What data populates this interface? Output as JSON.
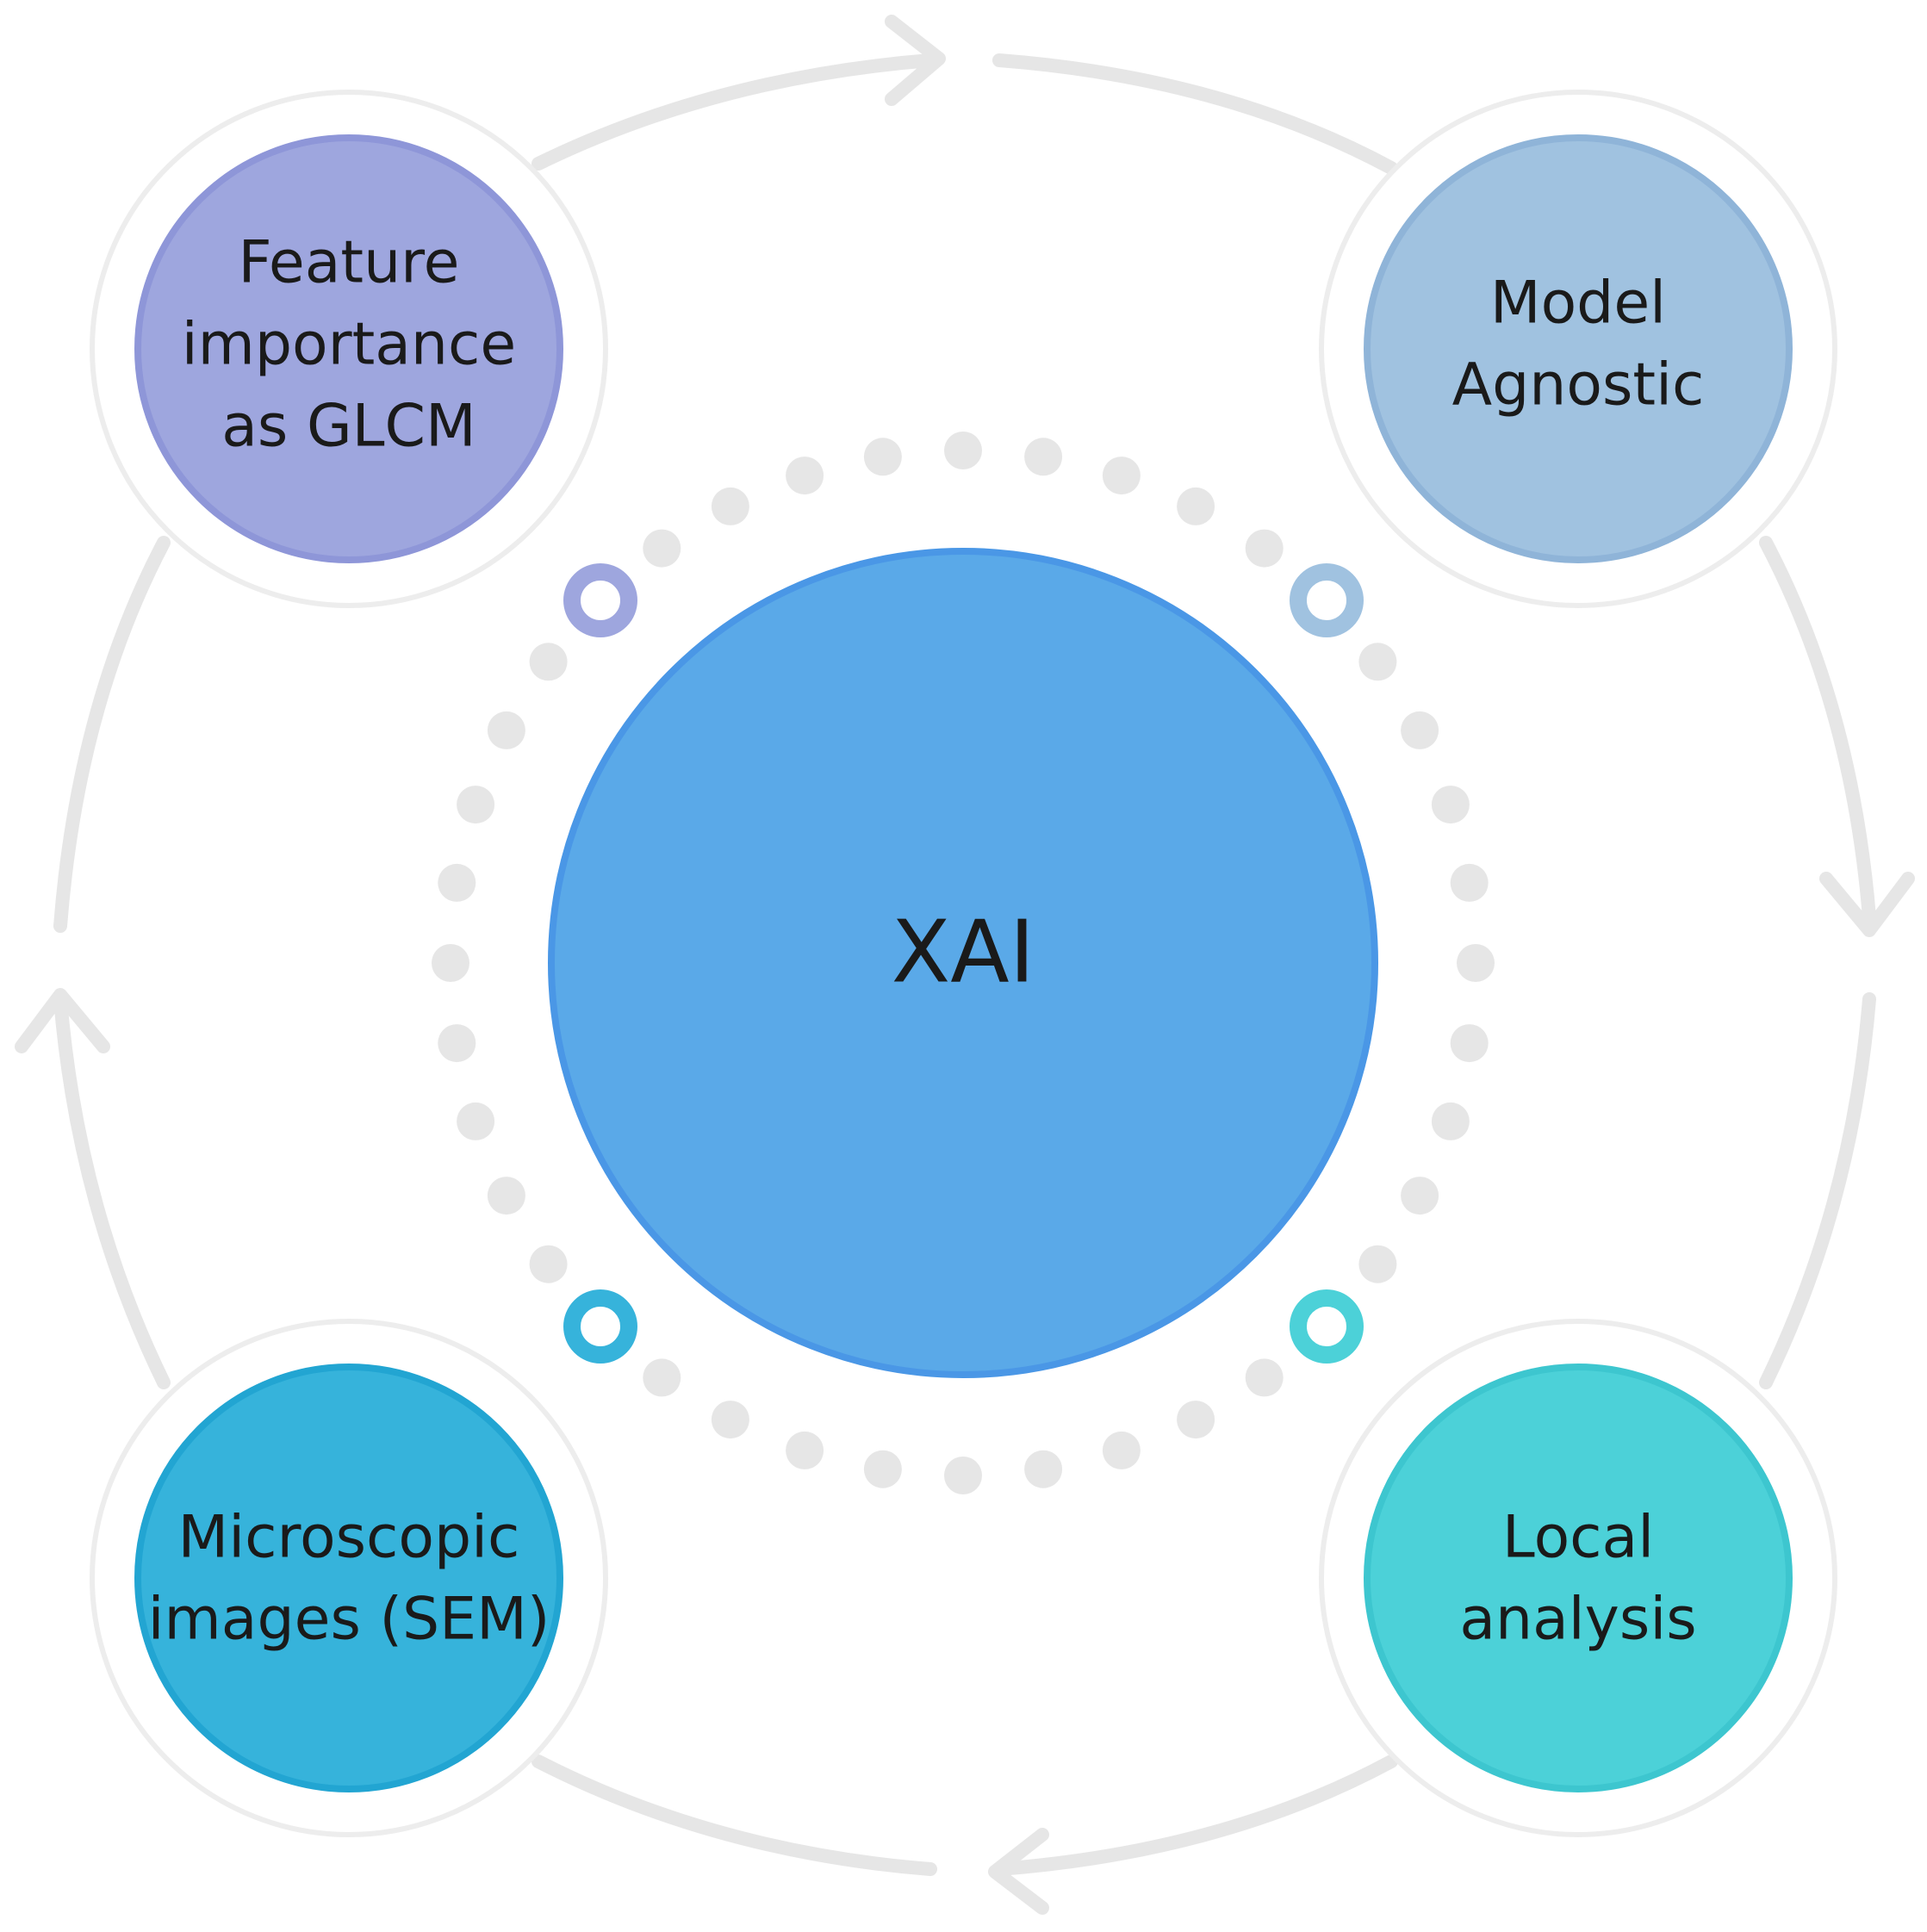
{
  "diagram": {
    "center": {
      "label": "XAI",
      "color": "#5aa9e8",
      "border_color": "#4a97e6"
    },
    "nodes": [
      {
        "id": "top-left",
        "lines": [
          "Feature",
          "importance",
          "as GLCM"
        ],
        "color": "#9ea6de",
        "border_color": "#8e96d8",
        "accent_ring_color": "#9ea6de"
      },
      {
        "id": "top-right",
        "lines": [
          "Model",
          "Agnostic"
        ],
        "color": "#a0c2e0",
        "border_color": "#8fb4d8",
        "accent_ring_color": "#a0c2e0"
      },
      {
        "id": "bottom-left",
        "lines": [
          "Microscopic",
          "images (SEM)"
        ],
        "color": "#36b3db",
        "border_color": "#22a5d2",
        "accent_ring_color": "#36b3db"
      },
      {
        "id": "bottom-right",
        "lines": [
          "Local",
          "analysis"
        ],
        "color": "#4cd1d8",
        "border_color": "#3dc6cf",
        "accent_ring_color": "#4cd1d8"
      }
    ],
    "flow": "clockwise",
    "connector_color": "#e6e6e6",
    "dot_ring_color": "#e6e6e6"
  }
}
